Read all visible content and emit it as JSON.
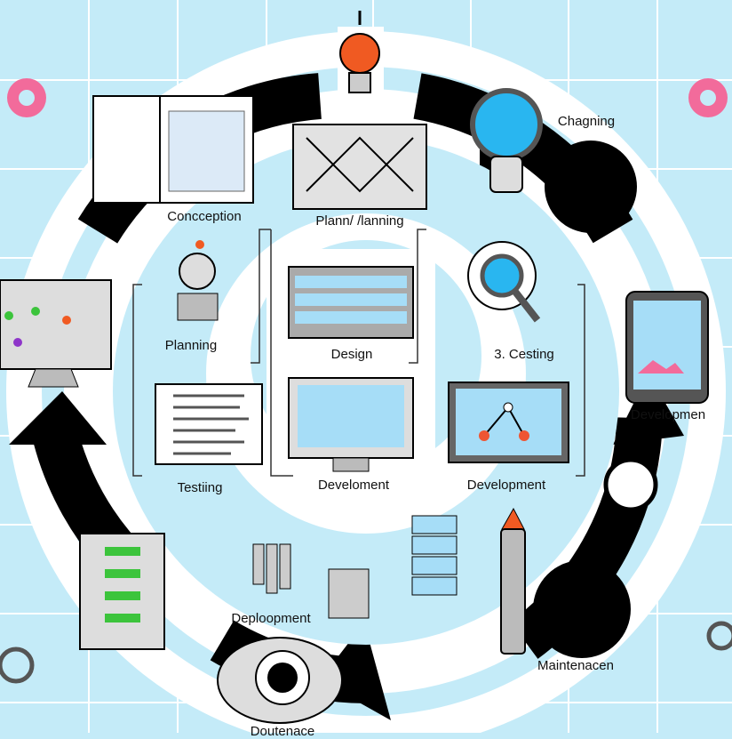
{
  "labels": {
    "changing": "Chagning",
    "conception": "Concception",
    "planning_top": "Plann/ /lanning",
    "planning": "Planning",
    "design": "Design",
    "testing_3": "3. Cesting",
    "development_right": "Developmen",
    "testing": "Testiing",
    "development_center": "Develoment",
    "development_right_monitor": "Development",
    "deployment": "Deploopment",
    "maintenance": "Maintenacen",
    "bottom_cut": "Doutenace"
  },
  "colors": {
    "background": "#c4ebf8",
    "ring": "#000000",
    "accent_orange": "#f05a22",
    "accent_pink": "#f26b9b",
    "accent_green": "#3cc43c",
    "accent_blue": "#29b6f0"
  }
}
